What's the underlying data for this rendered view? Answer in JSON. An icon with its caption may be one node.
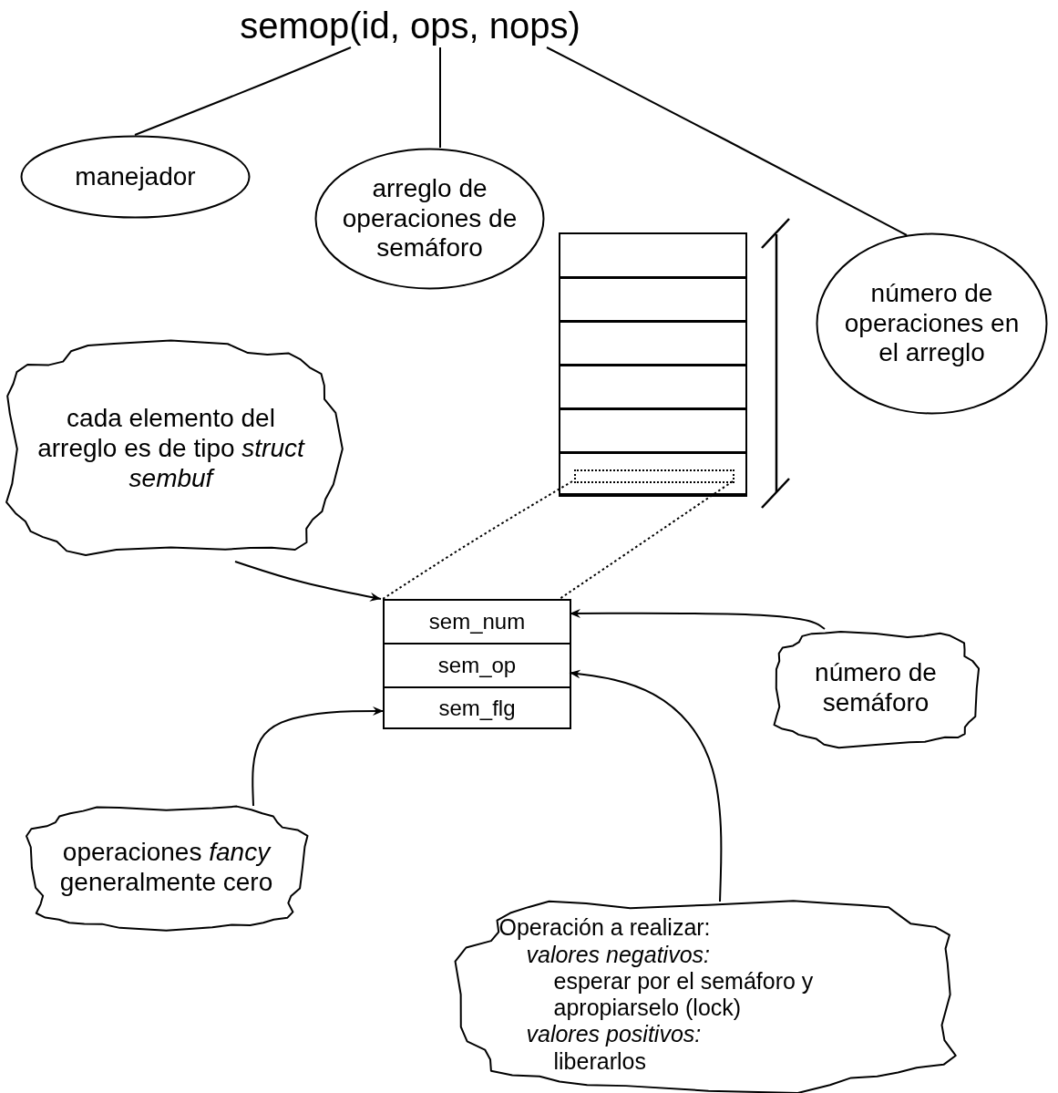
{
  "diagram": {
    "nodes": [
      {
        "text": [
          "semop(id, ops, nops)"
        ]
      },
      {
        "text": [
          "manejador"
        ]
      },
      {
        "text": [
          "arreglo de operaciones de semáforo"
        ]
      },
      {
        "text": [
          "número de operaciones en el arreglo"
        ]
      },
      {
        "text": [],
        "shape": "box"
      },
      {
        "text": [],
        "shape": "box",
        "in": 4
      },
      {
        "text": [
          "cada elemento del arreglo es de tipo *struct sembuf*"
        ]
      },
      {
        "text": [],
        "shape": "box"
      },
      {
        "text": [
          "sem_num"
        ],
        "in": 7
      },
      {
        "text": [
          "sem_op"
        ],
        "in": 7
      },
      {
        "text": [
          "sem_flg"
        ],
        "in": 7
      },
      {
        "text": [
          "número de semáforo"
        ]
      },
      {
        "text": [
          "operaciones *fancy* generalmente cero"
        ]
      },
      {
        "text": [
          "Operación a realizar:",
          "valores negativos:",
          "esperar por el semáforo y apropiarselo (lock)",
          "valores positivos:",
          "liberarlos"
        ]
      }
    ],
    "edges": [
      {
        "from": 0,
        "to": 1,
        "arrow": "none"
      },
      {
        "from": 0,
        "to": 2,
        "arrow": "none"
      },
      {
        "from": 0,
        "to": 3,
        "arrow": "none"
      },
      {
        "from": 5,
        "to": 7,
        "arrow": "none",
        "style": "dashed"
      },
      {
        "from": 5,
        "to": 7,
        "arrow": "none",
        "style": "dashed"
      },
      {
        "from": 6,
        "to": 7,
        "arrow": "to"
      },
      {
        "from": 11,
        "to": 8,
        "arrow": "to"
      },
      {
        "from": 13,
        "to": 9,
        "arrow": "to"
      },
      {
        "from": 12,
        "to": 10,
        "arrow": "to"
      }
    ]
  }
}
